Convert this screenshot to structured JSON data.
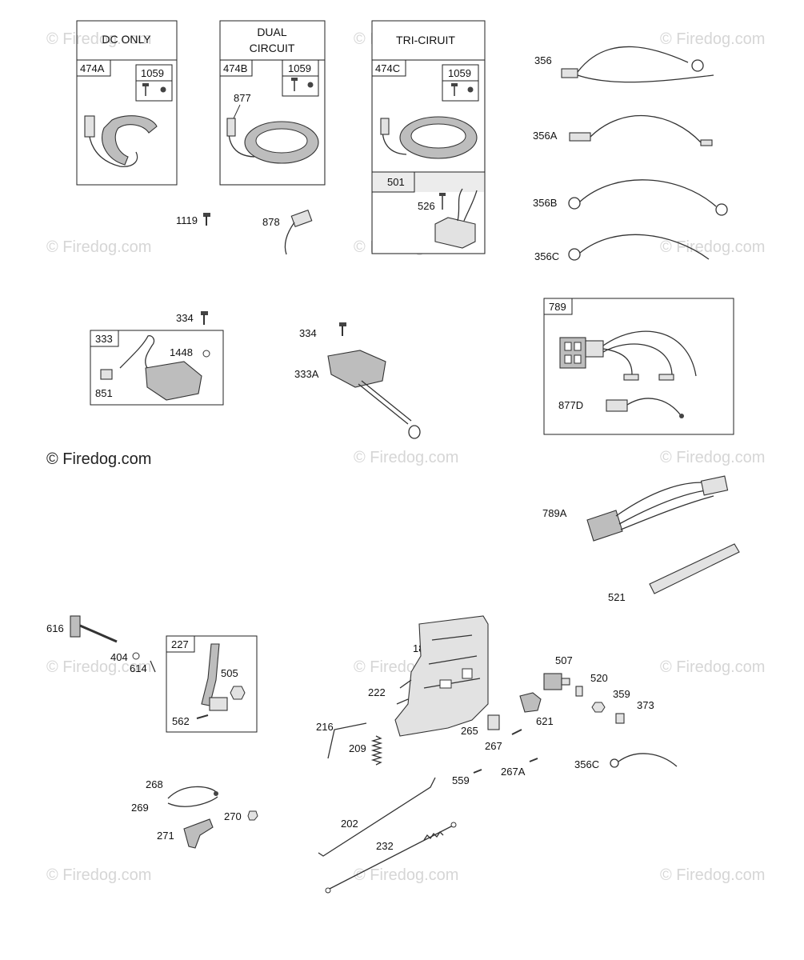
{
  "watermark": "© Firedog.com",
  "headers": {
    "dc_only": "DC ONLY",
    "dual_line1": "DUAL",
    "dual_line2": "CIRCUIT",
    "tri": "TRI-CIRUIT"
  },
  "callouts": {
    "p474A": "474A",
    "p474B": "474B",
    "p474C": "474C",
    "p1059a": "1059",
    "p1059b": "1059",
    "p1059c": "1059",
    "p877": "877",
    "p501": "501",
    "p526": "526",
    "p1119": "1119",
    "p878": "878",
    "p356": "356",
    "p356A": "356A",
    "p356B": "356B",
    "p356C": "356C",
    "p334a": "334",
    "p333": "333",
    "p1448": "1448",
    "p851": "851",
    "p334b": "334",
    "p333A": "333A",
    "p789": "789",
    "p877D": "877D",
    "p789A": "789A",
    "p521": "521",
    "p616": "616",
    "p404": "404",
    "p614": "614",
    "p227": "227",
    "p505": "505",
    "p562": "562",
    "p268": "268",
    "p269": "269",
    "p270": "270",
    "p271": "271",
    "p188": "188",
    "p222": "222",
    "p216": "216",
    "p209": "209",
    "p265": "265",
    "p267": "267",
    "p267A": "267A",
    "p559": "559",
    "p202": "202",
    "p232": "232",
    "p507": "507",
    "p520": "520",
    "p359": "359",
    "p373": "373",
    "p621": "621",
    "p356C2": "356C"
  }
}
